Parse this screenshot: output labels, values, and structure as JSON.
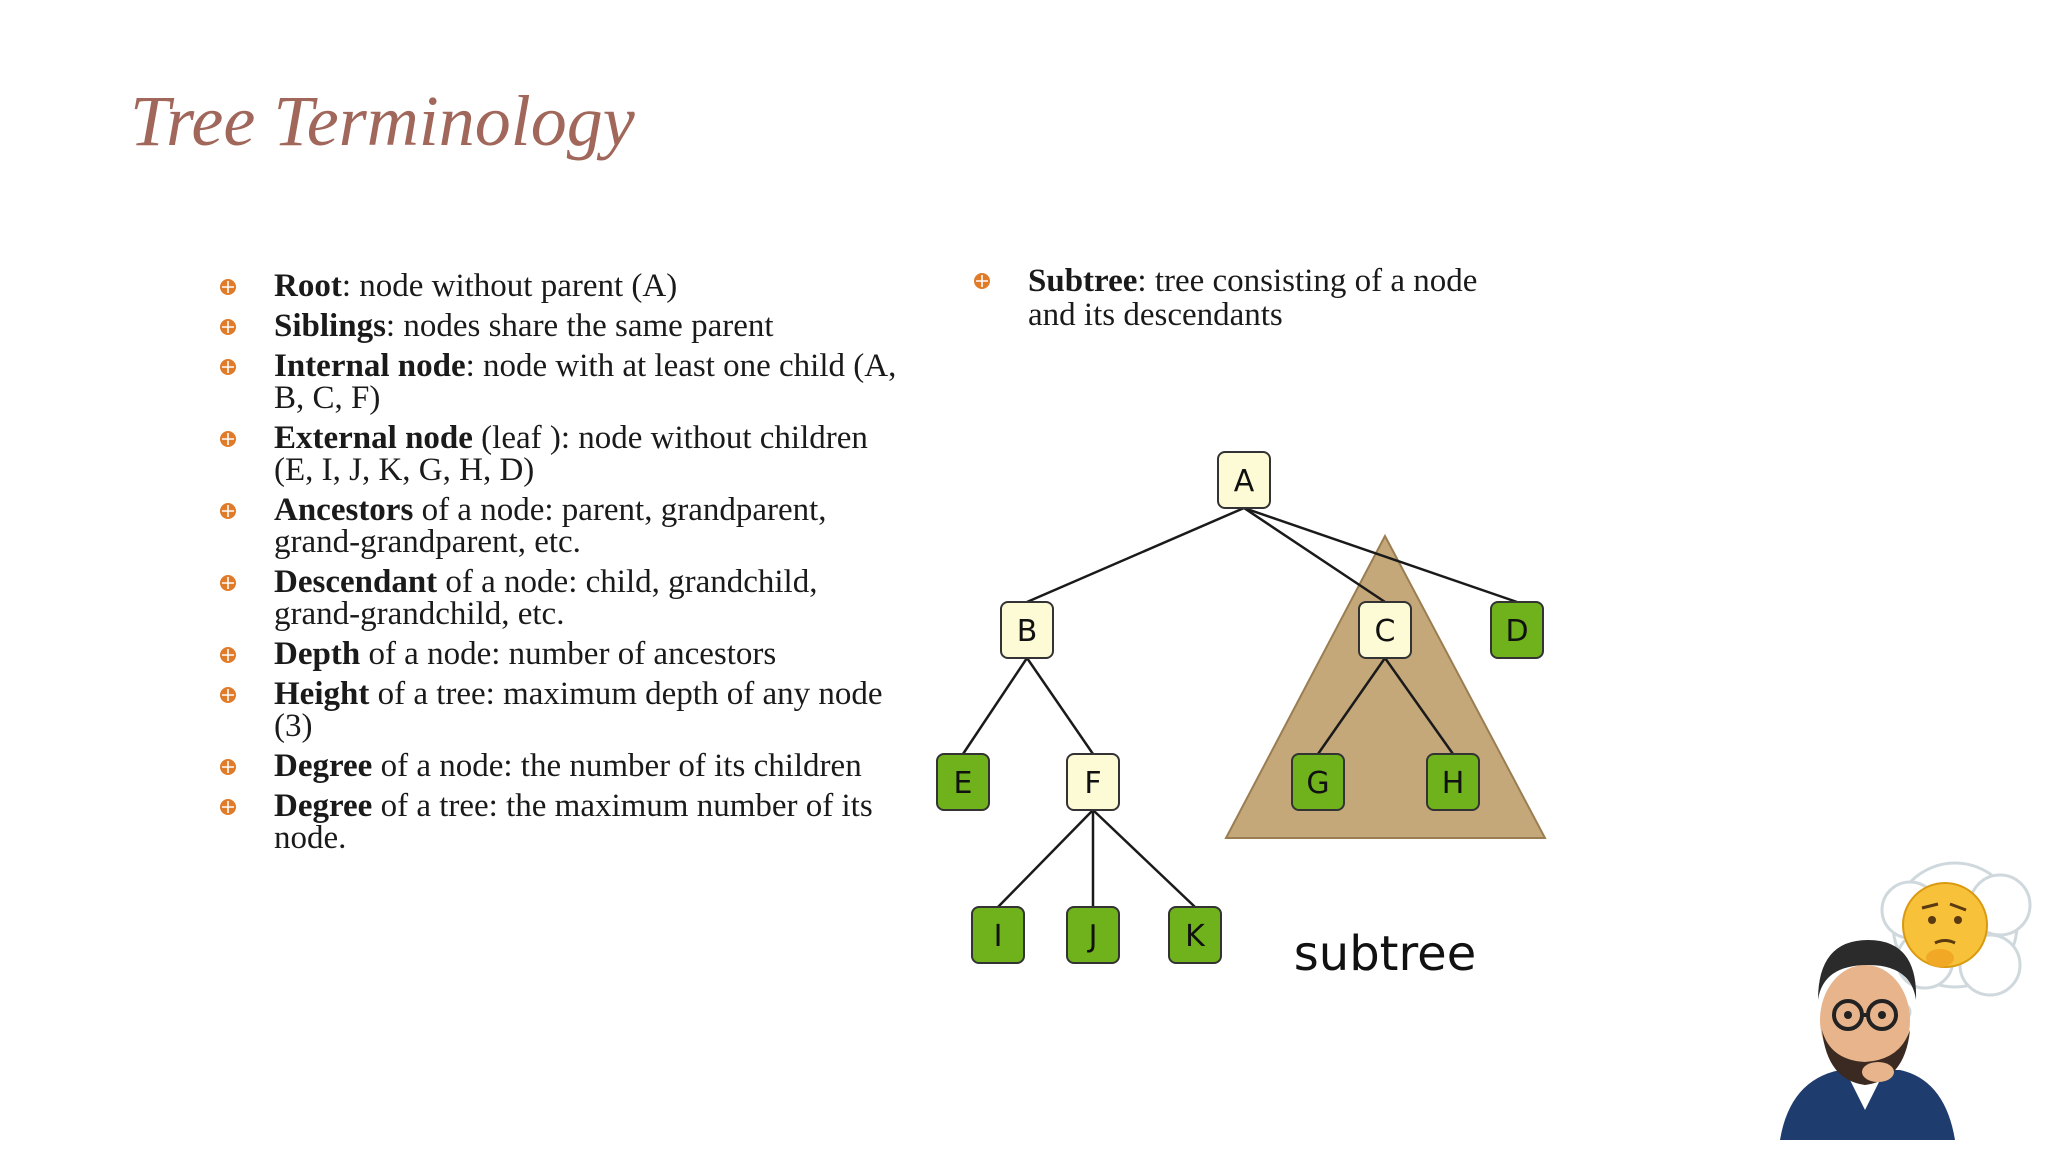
{
  "slide": {
    "title": "Tree Terminology",
    "bullet_color": "#e07b2a",
    "terms": [
      {
        "term": "Root",
        "rest": ": node without parent (A)"
      },
      {
        "term": "Siblings",
        "rest": ": nodes share the same parent"
      },
      {
        "term": "Internal node",
        "rest": ": node with at least one child (A, B, C, F)"
      },
      {
        "term": "External node",
        "rest": " (leaf ): node without children (E, I, J, K, G, H, D)"
      },
      {
        "term": "Ancestors",
        "rest": " of a node: parent, grandparent, grand-grandparent, etc."
      },
      {
        "term": "Descendant",
        "rest": " of a node: child, grandchild, grand-grandchild, etc."
      },
      {
        "term": "Depth",
        "rest": " of a node: number of ancestors"
      },
      {
        "term": "Height",
        "rest": " of a tree: maximum depth of any node (3)"
      },
      {
        "term": "Degree",
        "rest": " of a node: the number of its children"
      },
      {
        "term": "Degree",
        "rest": " of a tree: the maximum number of its node."
      }
    ],
    "subtree_definition": {
      "term": "Subtree",
      "rest": ": tree consisting of a node and its descendants"
    }
  },
  "diagram": {
    "subtree_label": "subtree",
    "colors": {
      "internal_fill": "#fdfbd6",
      "leaf_fill": "#6fb21c",
      "node_stroke": "#333333",
      "triangle_fill": "#c4a87a",
      "triangle_stroke": "#9a7e52"
    },
    "nodes": [
      {
        "id": "A",
        "label": "A",
        "kind": "internal"
      },
      {
        "id": "B",
        "label": "B",
        "kind": "internal"
      },
      {
        "id": "C",
        "label": "C",
        "kind": "internal"
      },
      {
        "id": "D",
        "label": "D",
        "kind": "leaf"
      },
      {
        "id": "E",
        "label": "E",
        "kind": "leaf"
      },
      {
        "id": "F",
        "label": "F",
        "kind": "internal"
      },
      {
        "id": "G",
        "label": "G",
        "kind": "leaf"
      },
      {
        "id": "H",
        "label": "H",
        "kind": "leaf"
      },
      {
        "id": "I",
        "label": "I",
        "kind": "leaf"
      },
      {
        "id": "J",
        "label": "J",
        "kind": "leaf"
      },
      {
        "id": "K",
        "label": "K",
        "kind": "leaf"
      }
    ],
    "edges": [
      [
        "A",
        "B"
      ],
      [
        "A",
        "C"
      ],
      [
        "A",
        "D"
      ],
      [
        "B",
        "E"
      ],
      [
        "B",
        "F"
      ],
      [
        "C",
        "G"
      ],
      [
        "C",
        "H"
      ],
      [
        "F",
        "I"
      ],
      [
        "F",
        "J"
      ],
      [
        "F",
        "K"
      ]
    ]
  }
}
